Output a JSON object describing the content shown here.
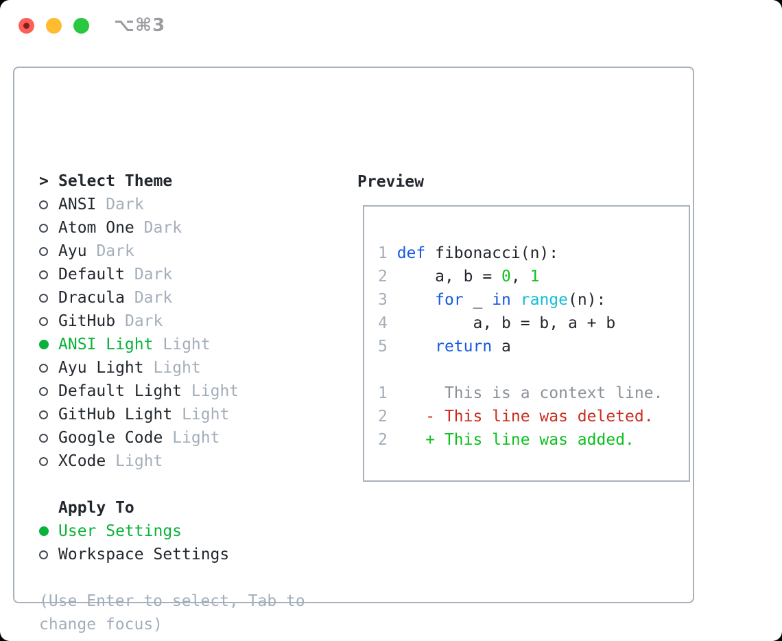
{
  "window": {
    "shortcut": "⌥⌘3"
  },
  "theme_panel": {
    "header": {
      "pointer": ">",
      "label": "Select Theme"
    },
    "items": [
      {
        "name": "ANSI",
        "tag": "Dark",
        "selected": false
      },
      {
        "name": "Atom One",
        "tag": "Dark",
        "selected": false
      },
      {
        "name": "Ayu",
        "tag": "Dark",
        "selected": false
      },
      {
        "name": "Default",
        "tag": "Dark",
        "selected": false
      },
      {
        "name": "Dracula",
        "tag": "Dark",
        "selected": false
      },
      {
        "name": "GitHub",
        "tag": "Dark",
        "selected": false
      },
      {
        "name": "ANSI Light",
        "tag": "Light",
        "selected": true
      },
      {
        "name": "Ayu Light",
        "tag": "Light",
        "selected": false
      },
      {
        "name": "Default Light",
        "tag": "Light",
        "selected": false
      },
      {
        "name": "GitHub Light",
        "tag": "Light",
        "selected": false
      },
      {
        "name": "Google Code",
        "tag": "Light",
        "selected": false
      },
      {
        "name": "XCode",
        "tag": "Light",
        "selected": false
      }
    ],
    "apply_to": {
      "label": "Apply To",
      "options": [
        {
          "name": "User Settings",
          "selected": true
        },
        {
          "name": "Workspace Settings",
          "selected": false
        }
      ]
    },
    "help_lines": [
      "(Use Enter to select, Tab to",
      "change focus)"
    ]
  },
  "preview": {
    "label": "Preview",
    "lines": [
      {
        "type": "code",
        "segments": [
          {
            "c": "ln",
            "t": "1 "
          },
          {
            "c": "kw",
            "t": "def"
          },
          {
            "c": "fg",
            "t": " fibonacci(n):"
          }
        ]
      },
      {
        "type": "code",
        "segments": [
          {
            "c": "ln",
            "t": "2 "
          },
          {
            "c": "fg",
            "t": "    a, b = "
          },
          {
            "c": "nu",
            "t": "0"
          },
          {
            "c": "fg",
            "t": ", "
          },
          {
            "c": "nu",
            "t": "1"
          }
        ]
      },
      {
        "type": "code",
        "segments": [
          {
            "c": "ln",
            "t": "3 "
          },
          {
            "c": "fg",
            "t": "    "
          },
          {
            "c": "kw",
            "t": "for"
          },
          {
            "c": "fg",
            "t": " _ "
          },
          {
            "c": "kw",
            "t": "in"
          },
          {
            "c": "fg",
            "t": " "
          },
          {
            "c": "cy",
            "t": "range"
          },
          {
            "c": "fg",
            "t": "(n):"
          }
        ]
      },
      {
        "type": "code",
        "segments": [
          {
            "c": "ln",
            "t": "4 "
          },
          {
            "c": "fg",
            "t": "        a, b = b, a + b"
          }
        ]
      },
      {
        "type": "code",
        "segments": [
          {
            "c": "ln",
            "t": "5 "
          },
          {
            "c": "fg",
            "t": "    "
          },
          {
            "c": "kw",
            "t": "return"
          },
          {
            "c": "fg",
            "t": " a"
          }
        ]
      },
      {
        "type": "blank",
        "segments": []
      },
      {
        "type": "context",
        "segments": [
          {
            "c": "ln",
            "t": "1"
          },
          {
            "c": "ctx",
            "t": "      This is a context line."
          }
        ]
      },
      {
        "type": "deleted",
        "segments": [
          {
            "c": "ln",
            "t": "2"
          },
          {
            "c": "del",
            "t": "    - This line was deleted."
          }
        ]
      },
      {
        "type": "added",
        "segments": [
          {
            "c": "ln",
            "t": "2"
          },
          {
            "c": "add",
            "t": "    + This line was added."
          }
        ]
      }
    ]
  },
  "colors": {
    "accent_green": "#09b23a",
    "syntax_green": "#0cc01e",
    "syntax_blue": "#1659e0",
    "syntax_cyan": "#14bdd6",
    "diff_red": "#c92c1d",
    "text_dark": "#22272e",
    "muted_gray": "#a3aebb",
    "context_gray": "#8b9199",
    "border_gray": "#a8b1bb",
    "traffic_red": "#ff5f57",
    "traffic_yellow": "#febc2e",
    "traffic_green": "#28c840"
  }
}
